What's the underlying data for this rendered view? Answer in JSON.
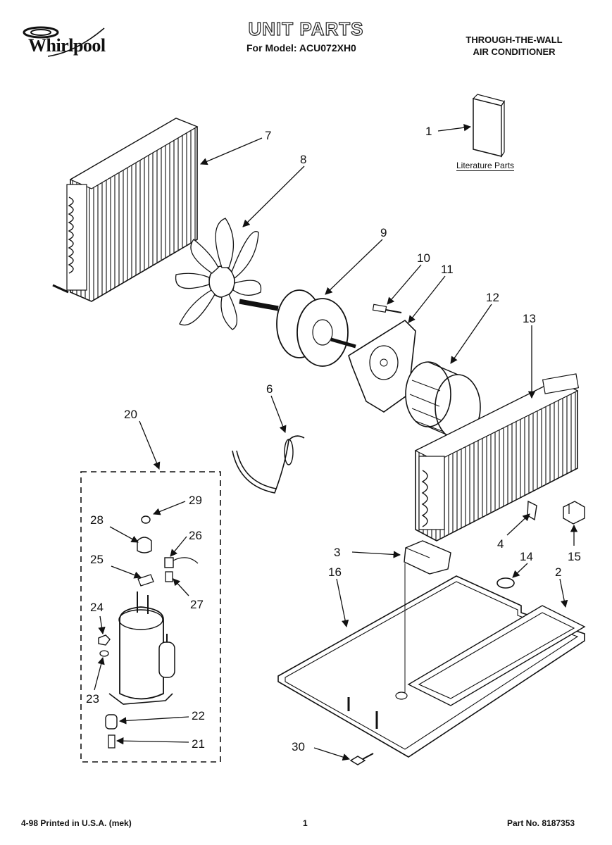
{
  "header": {
    "brand": "Whirlpool",
    "title": "UNIT PARTS",
    "model_line": "For Model: ACU072XH0",
    "unit_type_lines": [
      "THROUGH-THE-WALL",
      "AIR CONDITIONER"
    ]
  },
  "literature_caption": "Literature Parts",
  "callouts": [
    "1",
    "2",
    "3",
    "4",
    "6",
    "7",
    "8",
    "9",
    "10",
    "11",
    "12",
    "13",
    "14",
    "15",
    "16",
    "20",
    "21",
    "22",
    "23",
    "24",
    "25",
    "26",
    "27",
    "28",
    "29",
    "30"
  ],
  "footer": {
    "left": "4-98 Printed in U.S.A. (mek)",
    "center": "1",
    "right": "Part No. 8187353"
  }
}
